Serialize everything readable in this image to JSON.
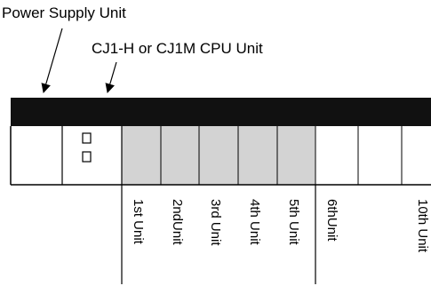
{
  "callouts": {
    "power_supply": "Power Supply Unit",
    "cpu_unit": "CJ1-H or CJ1M CPU Unit"
  },
  "units": [
    {
      "label": "1st Unit",
      "shaded": true
    },
    {
      "label": "2ndUnit",
      "shaded": true
    },
    {
      "label": "3rd Unit",
      "shaded": true
    },
    {
      "label": "4th Unit",
      "shaded": true
    },
    {
      "label": "5th Unit",
      "shaded": true
    },
    {
      "label": "6thUnit",
      "shaded": false
    },
    {
      "label": "10th Unit",
      "shaded": false
    }
  ],
  "colors": {
    "bar": "#111111",
    "shade": "#d3d3d3",
    "line": "#000000",
    "background": "#ffffff"
  }
}
